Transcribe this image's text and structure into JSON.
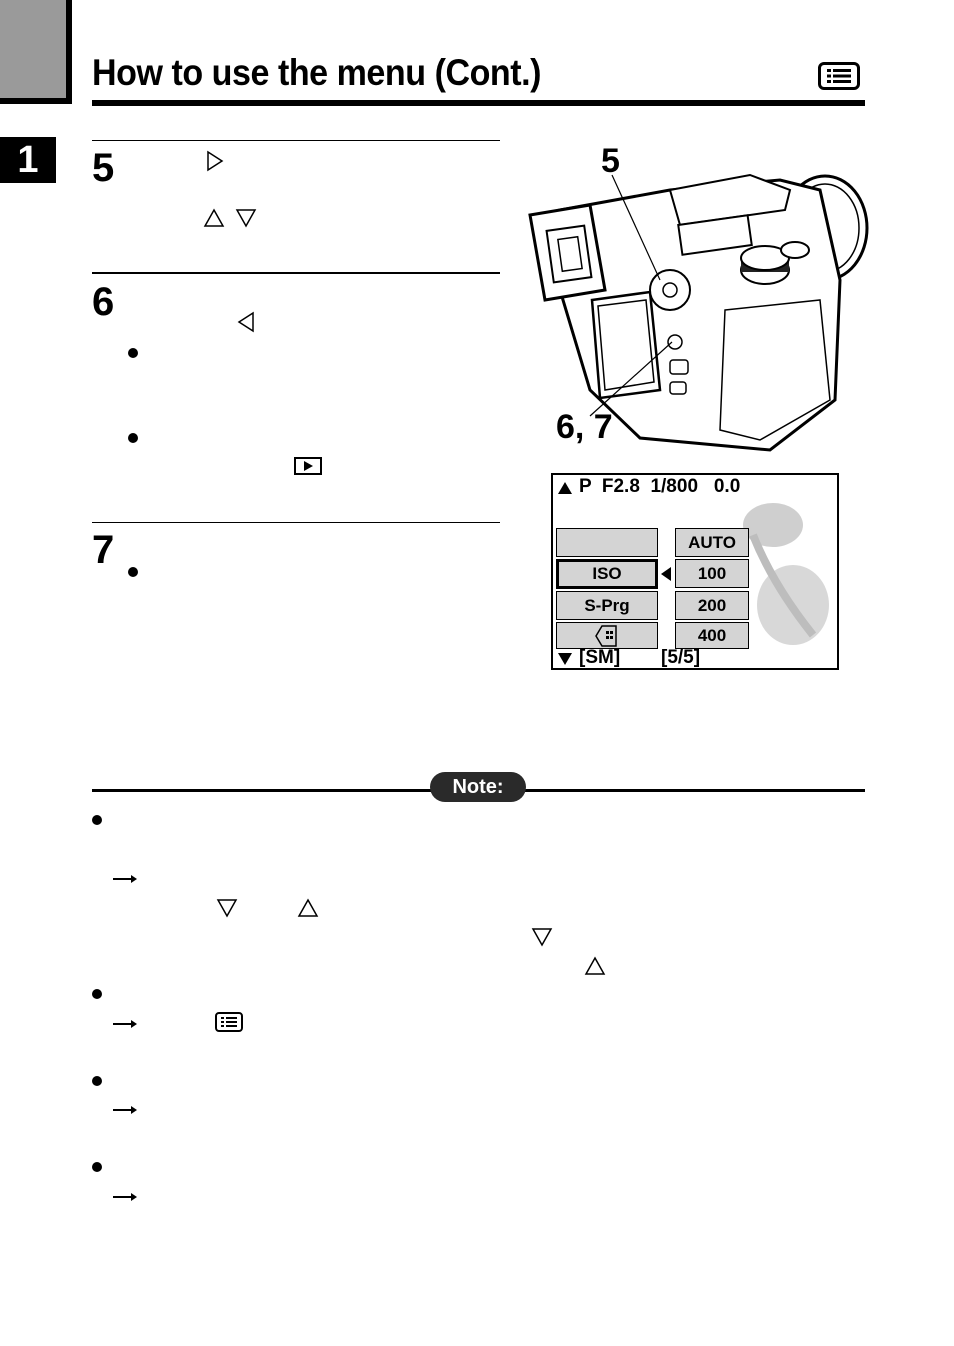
{
  "header": {
    "title": "How to use the menu (Cont.)",
    "icon": "menu-list-icon"
  },
  "chapter": {
    "number": "1"
  },
  "steps": [
    {
      "number": "5",
      "icons": [
        "triangle-right-icon",
        "triangle-up-icon",
        "triangle-down-icon"
      ]
    },
    {
      "number": "6",
      "icons": [
        "triangle-left-icon",
        "play-icon"
      ]
    },
    {
      "number": "7"
    }
  ],
  "camera_callouts": {
    "top": "5",
    "bottom": "6, 7"
  },
  "lcd": {
    "status_line": "P  F2.8  1/800   0.0",
    "footer_left": "[SM]",
    "footer_right": "[5/5]",
    "left_column": [
      "",
      "ISO",
      "S-Prg",
      ""
    ],
    "right_column": [
      "AUTO",
      "100",
      "200",
      "400"
    ],
    "selected_item": "ISO"
  },
  "note": {
    "label": "Note:"
  },
  "colors": {
    "tab_gray": "#9a9a9a",
    "cell_gray": "#d4d4d4",
    "ink": "#000000"
  }
}
